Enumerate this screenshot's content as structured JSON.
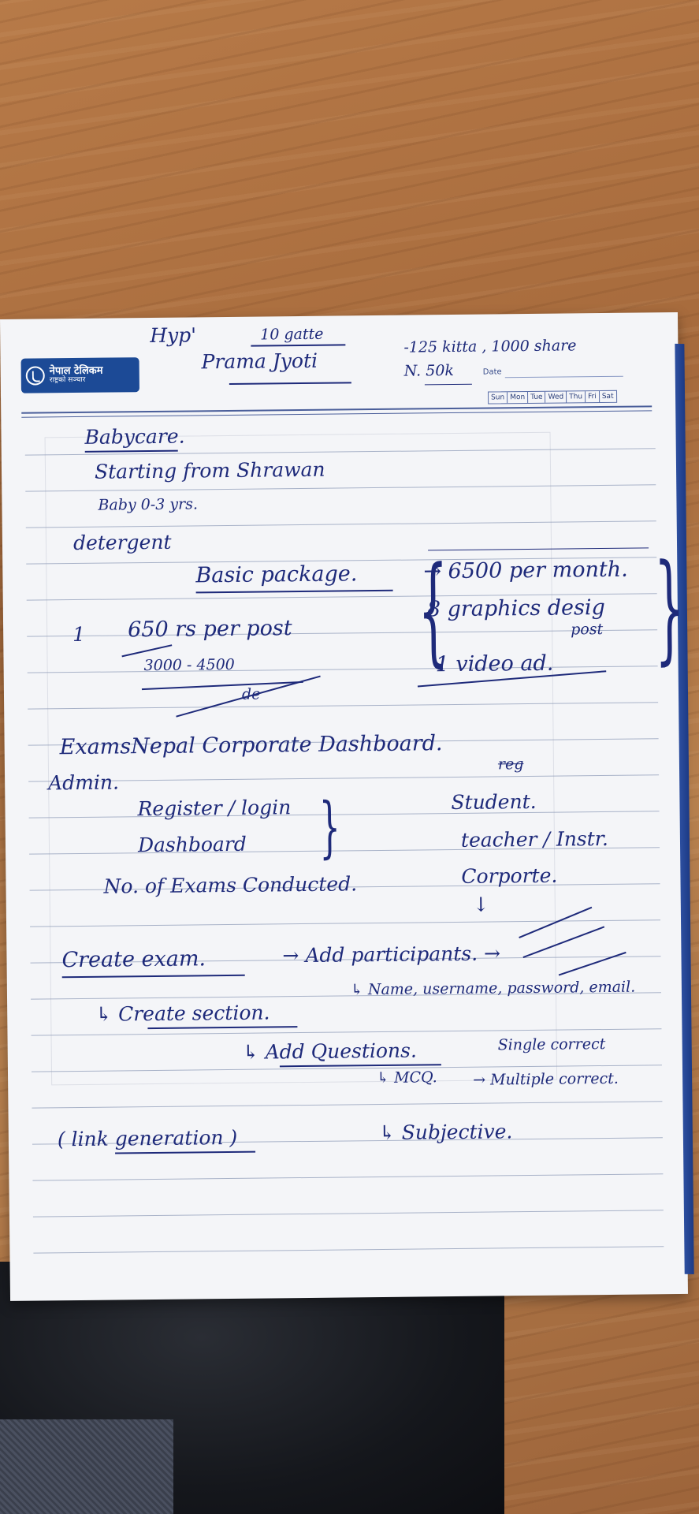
{
  "notebook": {
    "brand_line1": "नेपाल टेलिकम",
    "brand_line2": "राष्ट्रको सञ्चार",
    "date_label": "Date",
    "days": [
      "Sun",
      "Mon",
      "Tue",
      "Wed",
      "Thu",
      "Fri",
      "Sat"
    ]
  },
  "notes": {
    "top": {
      "hyp": "Hyp'",
      "gatte": "10 gatte",
      "prama": "Prama Jyoti",
      "kitta": "-125 kitta , 1000 share",
      "price": "N. 50k"
    },
    "babycare": {
      "title": "Babycare.",
      "line1": "Starting from Shrawan",
      "line2": "Baby 0-3 yrs.",
      "detergent": "detergent",
      "package": "Basic package.",
      "per_month": "→ 6500 per month.",
      "graphics": "8 graphics desig",
      "post": "post",
      "video": "1 video ad.",
      "num": "1",
      "per_post": "650 rs per post",
      "range": "3000 - 4500",
      "de": "de"
    },
    "exams": {
      "title": "ExamsNepal Corporate Dashboard.",
      "reg": "reg",
      "admin": "Admin.",
      "register": "Register / login",
      "dashboard": "Dashboard",
      "student": "Student.",
      "teacher": "teacher / Instr.",
      "corporate": "Corporte.",
      "no_exams": "No. of Exams Conducted.",
      "create_exam": "Create exam.",
      "add_participants": "→ Add participants. →",
      "name_fields": "↳ Name, username, password, email.",
      "create_section": "↳ Create section.",
      "add_questions": "↳ Add Questions.",
      "mcq": "↳ MCQ.",
      "single": "Single correct",
      "multiple": "→ Multiple correct.",
      "link_gen": "( link generation )",
      "subjective": "↳ Subjective."
    }
  }
}
